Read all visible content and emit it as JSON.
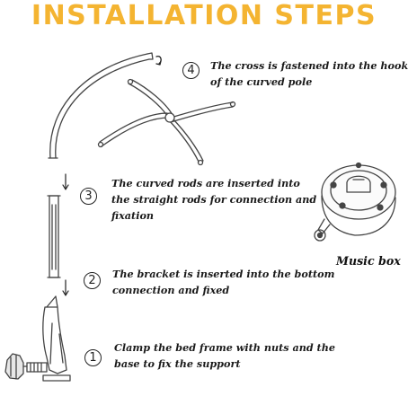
{
  "title": {
    "text": "INSTALLATION STEPS",
    "color": "#F4B431"
  },
  "steps": [
    {
      "number": "4",
      "lines": [
        "The cross is fastened into the hook",
        "of the curved pole"
      ]
    },
    {
      "number": "3",
      "lines": [
        "The curved rods are inserted into",
        "the straight rods for connection and",
        "fixation"
      ]
    },
    {
      "number": "2",
      "lines": [
        "The bracket is inserted into the bottom",
        "connection and fixed"
      ]
    },
    {
      "number": "1",
      "lines": [
        "Clamp the bed frame with nuts and the",
        "base to fix the support"
      ]
    }
  ],
  "music_box": {
    "label": "Music box"
  },
  "icons": [
    "curved-pole",
    "cross-arms",
    "straight-rod",
    "bed-clamp-base",
    "clamp-knob",
    "music-box",
    "down-arrow",
    "rotate-arrow"
  ]
}
